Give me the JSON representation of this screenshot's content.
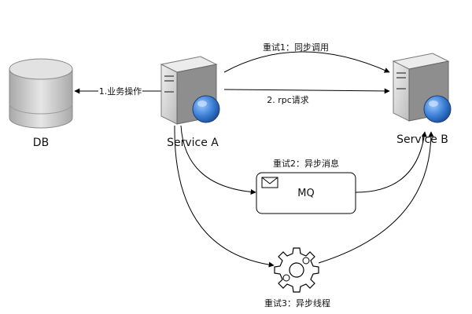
{
  "nodes": {
    "db": {
      "label": "DB"
    },
    "service_a": {
      "label": "Service A"
    },
    "service_b": {
      "label": "Service B"
    },
    "mq": {
      "label": "MQ"
    }
  },
  "edges": {
    "business_op": {
      "label": "1.业务操作"
    },
    "rpc_request": {
      "label": "2. rpc请求"
    },
    "retry_sync": {
      "label": "重试1：同步调用"
    },
    "retry_mq": {
      "label": "重试2：异步消息"
    },
    "retry_thread": {
      "label": "重试3：异步线程"
    }
  },
  "colors": {
    "server_light": "#d9d9d9",
    "server_dark": "#8c8c8c",
    "globe": "#3a7fd5",
    "db_body": "#c8c8c8",
    "line": "#000000"
  },
  "icons": [
    "server-icon",
    "globe-icon",
    "database-icon",
    "mail-icon",
    "gear-icon"
  ]
}
